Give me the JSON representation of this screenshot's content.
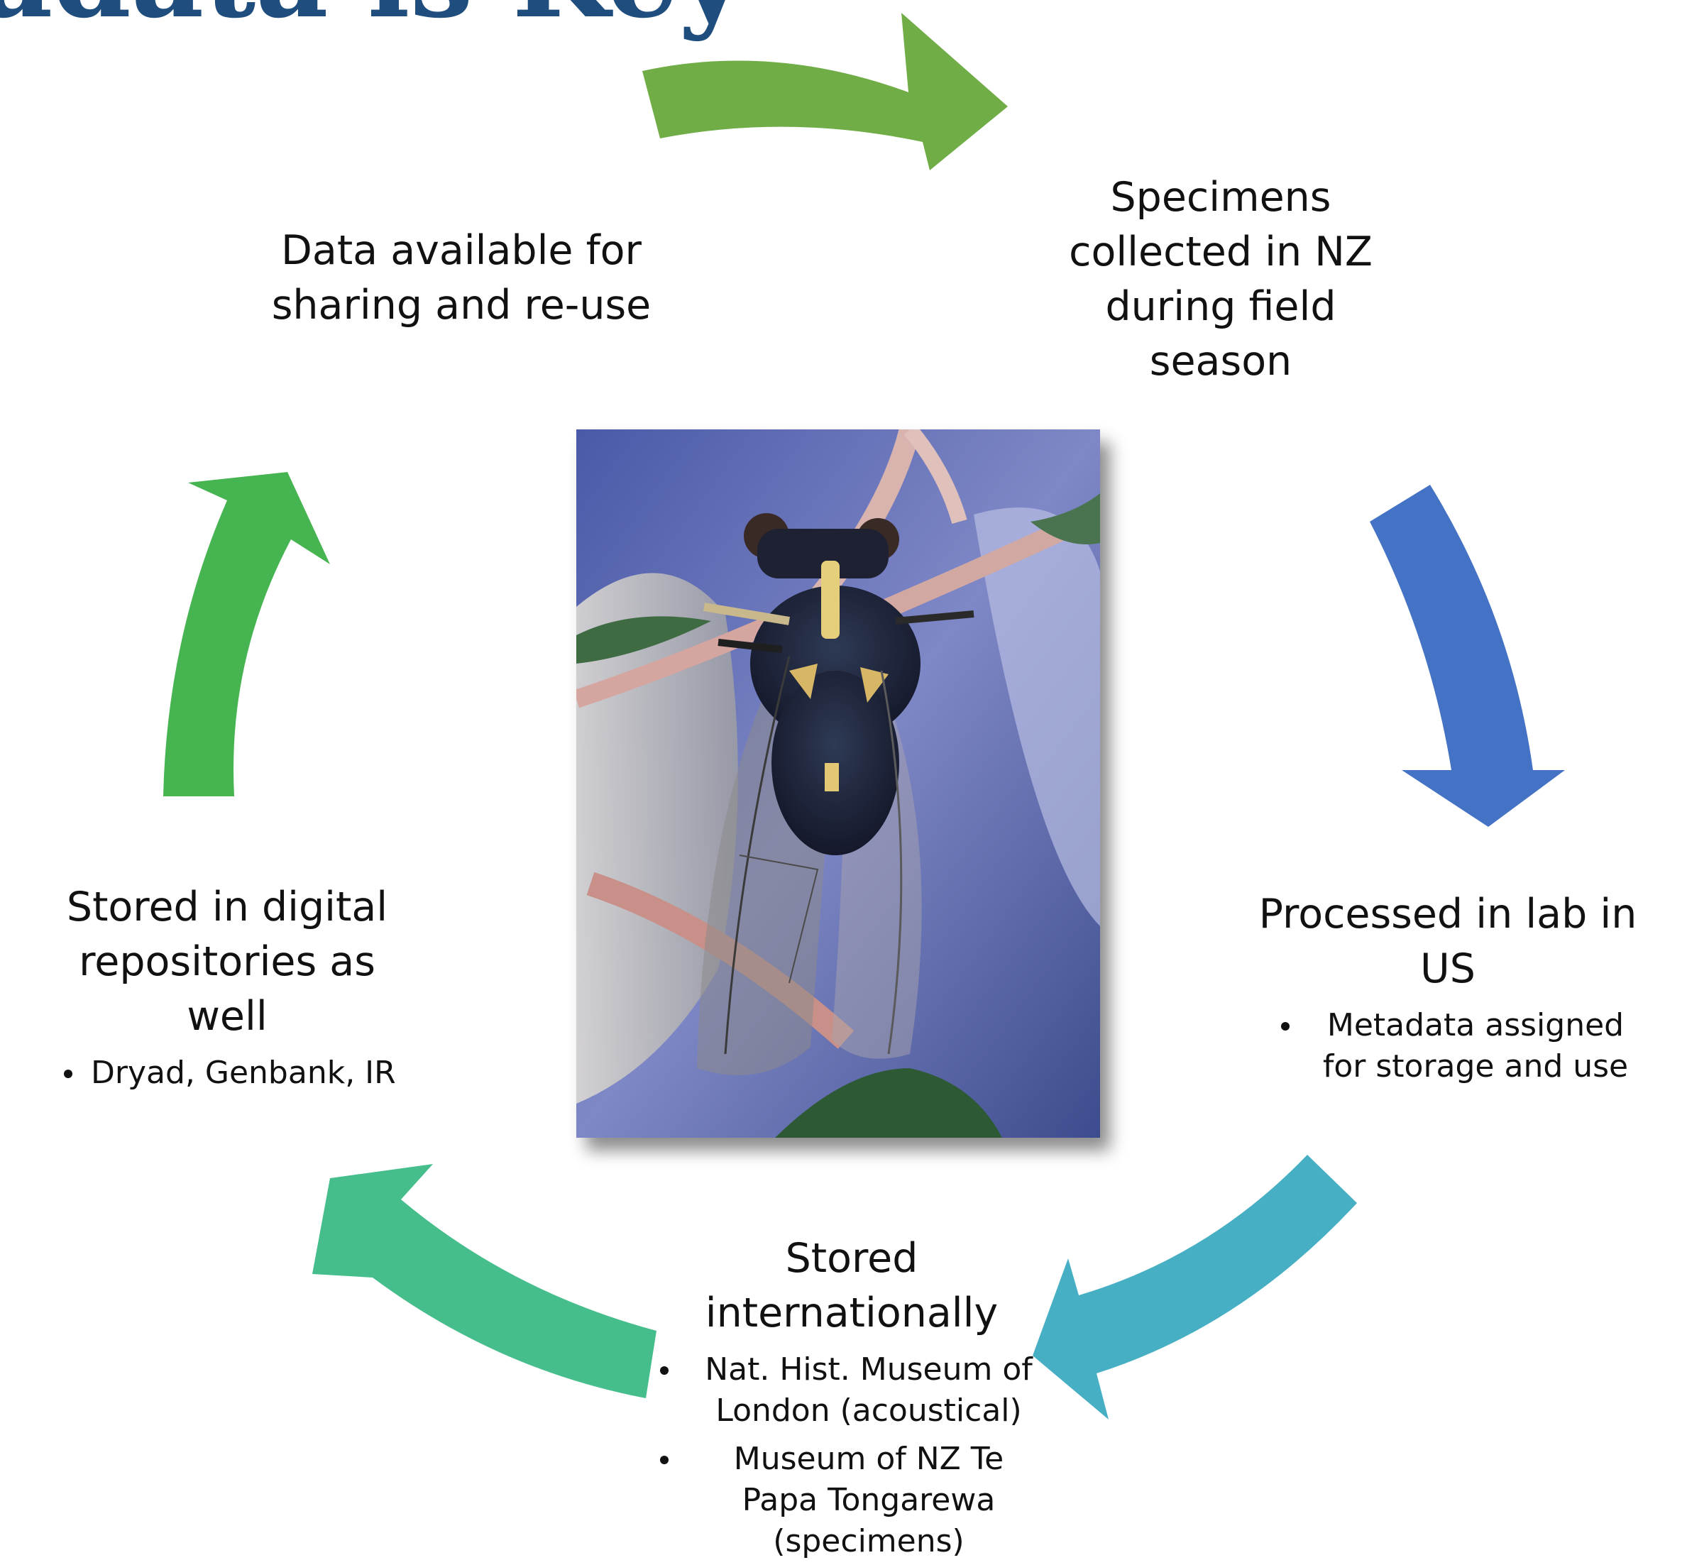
{
  "slide": {
    "title_fragment": "adata is Key"
  },
  "colors": {
    "arrow_top": "#70ad47",
    "arrow_right": "#4472c4",
    "arrow_bottom_right": "#46afc4",
    "arrow_bottom_left": "#46be8c",
    "arrow_left": "#46b450",
    "title": "#1f4e7e"
  },
  "stages": [
    {
      "id": "specimens",
      "title_lines": [
        "Specimens",
        "collected in NZ",
        "during field",
        "season"
      ],
      "details": []
    },
    {
      "id": "processed",
      "title_lines": [
        "Processed in lab in",
        "US"
      ],
      "details": [
        [
          "Metadata assigned",
          "for storage and use"
        ]
      ]
    },
    {
      "id": "stored-internationally",
      "title_lines": [
        "Stored",
        "internationally"
      ],
      "details": [
        [
          "Nat. Hist. Museum of",
          "London (acoustical)"
        ],
        [
          "Museum of NZ Te",
          "Papa Tongarewa",
          "(specimens)"
        ]
      ]
    },
    {
      "id": "stored-digital",
      "title_lines": [
        "Stored in digital",
        "repositories as",
        "well"
      ],
      "details": [
        [
          "Dryad, Genbank, IR"
        ]
      ]
    },
    {
      "id": "data-available",
      "title_lines": [
        "Data available for",
        "sharing and re-use"
      ],
      "details": []
    }
  ],
  "photo": {
    "subject": "cicada-on-plant-photo"
  }
}
